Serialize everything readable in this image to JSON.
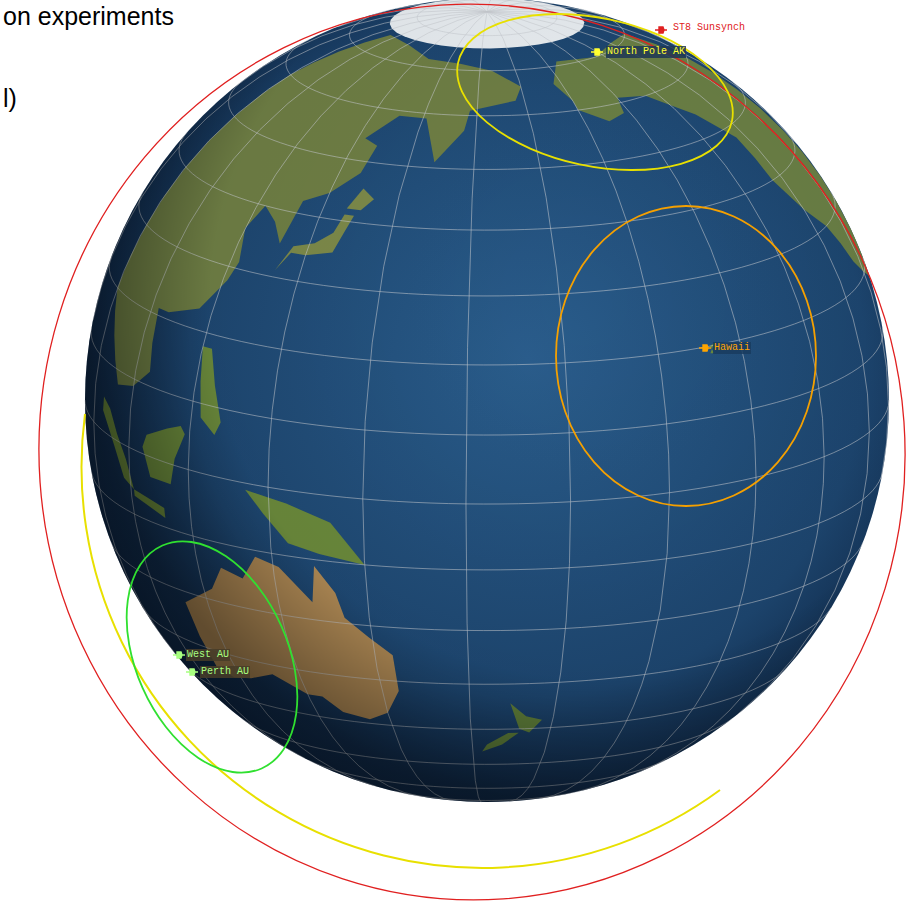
{
  "diagram": {
    "labels": [
      "on experiments",
      "l)",
      "ST8 Sunsynch",
      "North Pole AK",
      "Hawaii",
      "West AU",
      "Perth AU"
    ]
  }
}
